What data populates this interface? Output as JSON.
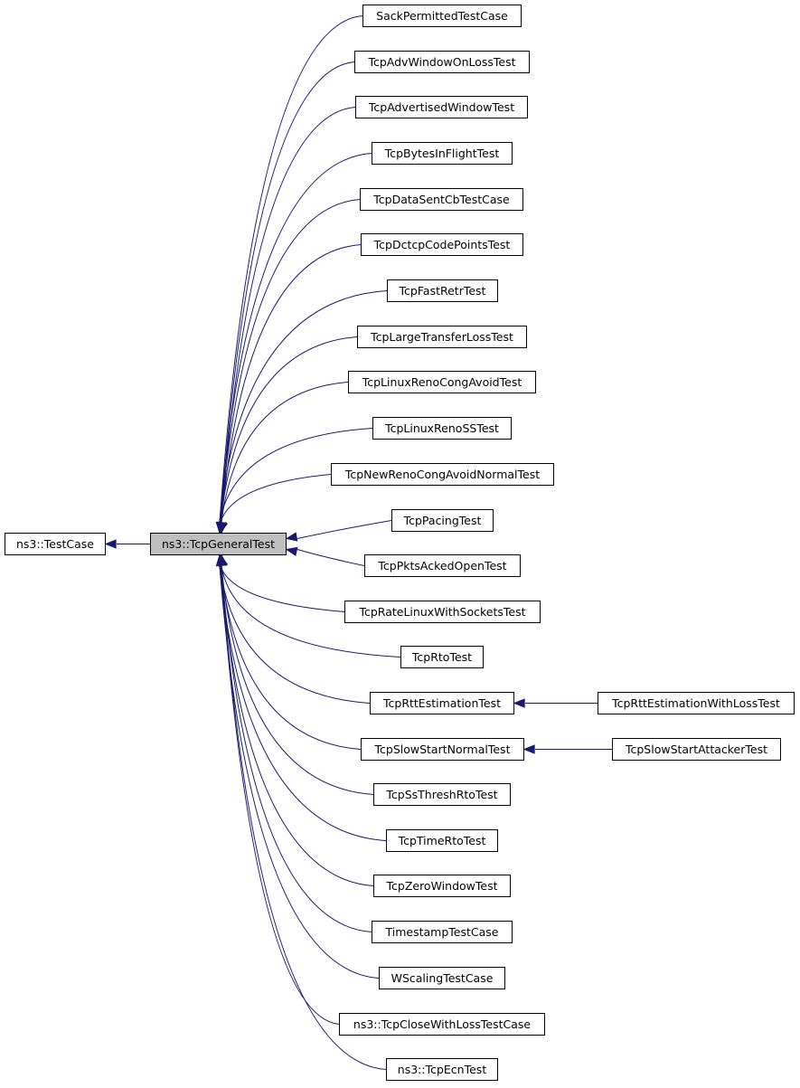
{
  "diagram": {
    "base": "ns3::TestCase",
    "center": "ns3::TcpGeneralTest",
    "derived": [
      "SackPermittedTestCase",
      "TcpAdvWindowOnLossTest",
      "TcpAdvertisedWindowTest",
      "TcpBytesInFlightTest",
      "TcpDataSentCbTestCase",
      "TcpDctcpCodePointsTest",
      "TcpFastRetrTest",
      "TcpLargeTransferLossTest",
      "TcpLinuxRenoCongAvoidTest",
      "TcpLinuxRenoSSTest",
      "TcpNewRenoCongAvoidNormalTest",
      "TcpPacingTest",
      "TcpPktsAckedOpenTest",
      "TcpRateLinuxWithSocketsTest",
      "TcpRtoTest",
      "TcpRttEstimationTest",
      "TcpSlowStartNormalTest",
      "TcpSsThreshRtoTest",
      "TcpTimeRtoTest",
      "TcpZeroWindowTest",
      "TimestampTestCase",
      "WScalingTestCase",
      "ns3::TcpCloseWithLossTestCase",
      "ns3::TcpEcnTest"
    ],
    "second_level": [
      {
        "parent": "TcpRttEstimationTest",
        "child": "TcpRttEstimationWithLossTest"
      },
      {
        "parent": "TcpSlowStartNormalTest",
        "child": "TcpSlowStartAttackerTest"
      }
    ],
    "colors": {
      "edge": "#191970",
      "node_border": "#000000",
      "current_fill": "#bfbfbf"
    }
  }
}
